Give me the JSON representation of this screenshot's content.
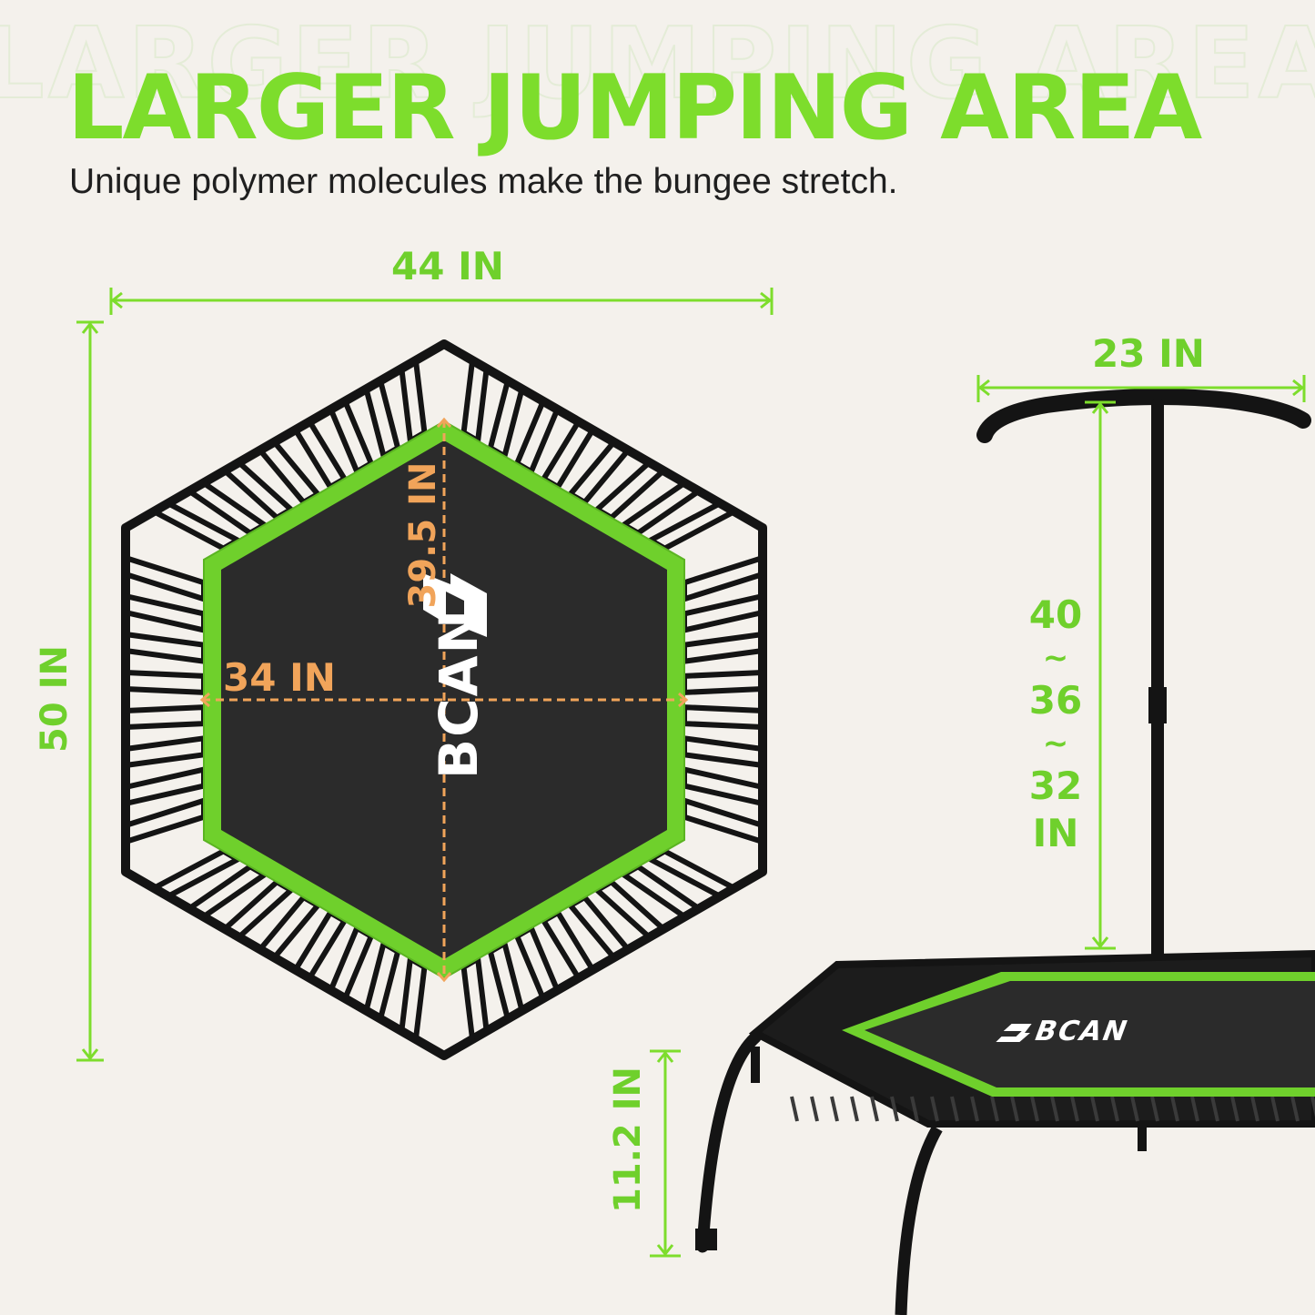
{
  "header": {
    "title": "LARGER JUMPING AREA",
    "subtitle": "Unique polymer molecules make the bungee stretch."
  },
  "dimensions": {
    "overall_width": "44 IN",
    "overall_length": "50 IN",
    "mat_width": "34 IN",
    "mat_length": "39.5 IN",
    "handle_width": "23 IN",
    "handle_height_1": "40",
    "handle_height_sep_1": "~",
    "handle_height_2": "36",
    "handle_height_sep_2": "~",
    "handle_height_3": "32",
    "handle_height_unit": "IN",
    "leg_height": "11.2 IN"
  },
  "brand": {
    "name": "BCAN"
  },
  "colors": {
    "accent_green": "#7ddd2c",
    "dimension_orange": "#f1a45a",
    "frame": "#141414",
    "mat": "#2b2b2b"
  }
}
